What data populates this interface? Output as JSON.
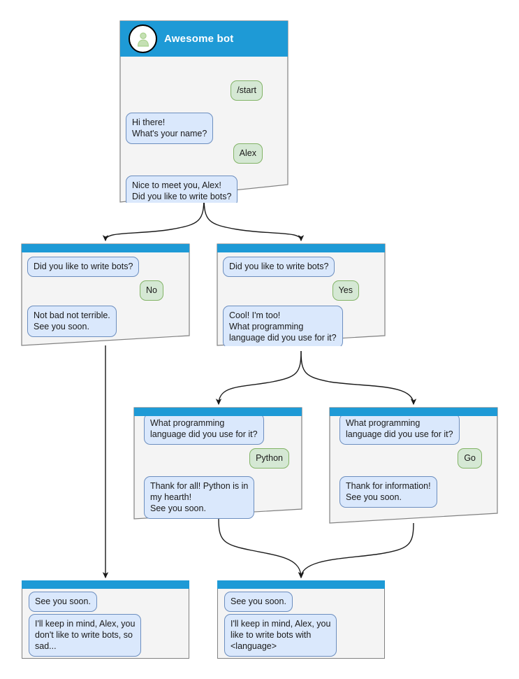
{
  "colors": {
    "header_blue": "#1e9ad6",
    "card_bg": "#f4f4f4",
    "card_border": "#818181",
    "bubble_in_fill": "#dae8fc",
    "bubble_in_border": "#6c8ebf",
    "bubble_out_fill": "#d5e8d4",
    "bubble_out_border": "#82b366",
    "avatar_person": "#a9d18e",
    "connector": "#1a1a1a",
    "page_bg": "#ffffff"
  },
  "bot": {
    "title": "Awesome bot",
    "avatar_icon": "person-icon"
  },
  "screens": [
    {
      "id": "start",
      "header_type": "title",
      "messages": [
        {
          "side": "out",
          "text": "/start"
        },
        {
          "side": "in",
          "text": "Hi there!\nWhat's your name?"
        },
        {
          "side": "out",
          "text": "Alex"
        },
        {
          "side": "in",
          "text": "Nice to meet you, Alex!\nDid you like to write bots?"
        }
      ]
    },
    {
      "id": "answer-no",
      "header_type": "bar",
      "messages": [
        {
          "side": "in",
          "text": "Did you like to write bots?"
        },
        {
          "side": "out",
          "text": "No"
        },
        {
          "side": "in",
          "text": "Not bad not terrible.\nSee you soon."
        }
      ]
    },
    {
      "id": "answer-yes",
      "header_type": "bar",
      "messages": [
        {
          "side": "in",
          "text": "Did you like to write bots?"
        },
        {
          "side": "out",
          "text": "Yes"
        },
        {
          "side": "in",
          "text": "Cool! I'm too!\nWhat programming\nlanguage did you use for it?"
        }
      ]
    },
    {
      "id": "answer-python",
      "header_type": "bar",
      "messages": [
        {
          "side": "in",
          "text": "What programming\nlanguage did you use for it?"
        },
        {
          "side": "out",
          "text": "Python"
        },
        {
          "side": "in",
          "text": "Thank for all! Python is in\nmy hearth!\nSee you soon."
        }
      ]
    },
    {
      "id": "answer-go",
      "header_type": "bar",
      "messages": [
        {
          "side": "in",
          "text": "What programming\nlanguage did you use for it?"
        },
        {
          "side": "out",
          "text": "Go"
        },
        {
          "side": "in",
          "text": "Thank for information!\nSee you soon."
        }
      ]
    },
    {
      "id": "end-sad",
      "header_type": "bar",
      "messages": [
        {
          "side": "in",
          "text": "See you soon."
        },
        {
          "side": "in",
          "text": "I'll keep in mind, Alex, you\ndon't like to write bots, so\nsad..."
        }
      ]
    },
    {
      "id": "end-happy",
      "header_type": "bar",
      "messages": [
        {
          "side": "in",
          "text": "See you soon."
        },
        {
          "side": "in",
          "text": "I'll keep in mind, Alex, you\nlike to write bots with\n<language>"
        }
      ]
    }
  ]
}
